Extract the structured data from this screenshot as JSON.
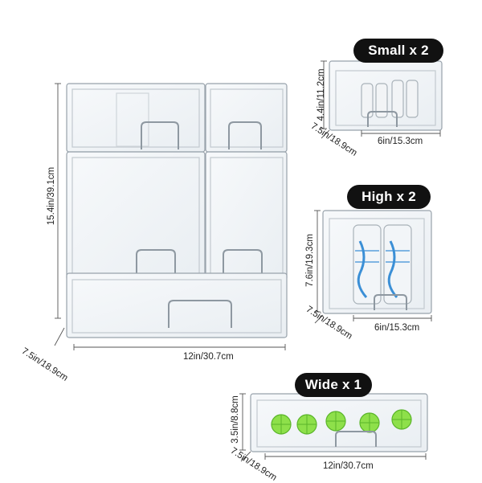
{
  "products": {
    "small": {
      "badge": "Small x 2",
      "height": "4.4in/11.2cm",
      "depth": "7.5in/18.9cm",
      "width": "6in/15.3cm"
    },
    "high": {
      "badge": "High x 2",
      "height": "7.6in/19.3cm",
      "depth": "7.5in/18.9cm",
      "width": "6in/15.3cm"
    },
    "wide": {
      "badge": "Wide x 1",
      "height": "3.5in/8.8cm",
      "depth": "7.5in/18.9cm",
      "width": "12in/30.7cm"
    }
  },
  "assembly": {
    "height": "15.4in/39.1cm",
    "depth": "7.5in/18.9cm",
    "width": "12in/30.7cm"
  },
  "colors": {
    "badge_bg": "#111111",
    "badge_text": "#ffffff",
    "box_edge": "#9aa3ab",
    "bottle_blue": "#3b8fd6",
    "pacifier_green": "#7fd23a"
  }
}
